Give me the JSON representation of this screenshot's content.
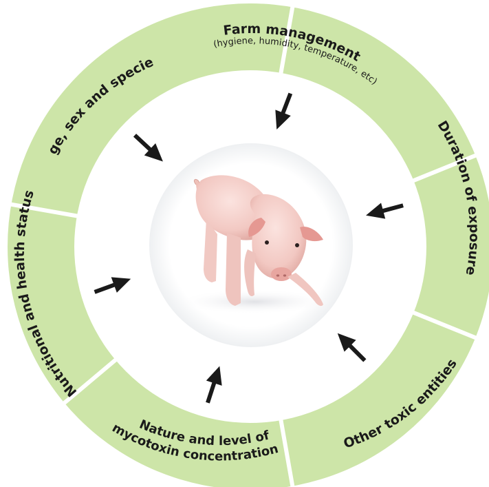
{
  "diagram": {
    "center": {
      "subject": "piglet"
    },
    "segments": [
      {
        "id": "farm",
        "label": "Farm management",
        "sublabel": "(hygiene, humidity, temperature, etc)"
      },
      {
        "id": "duration",
        "label": "Duration of exposure"
      },
      {
        "id": "toxic",
        "label": "Other toxic entities"
      },
      {
        "id": "nature",
        "label": "Nature and level of",
        "label2": "mycotoxin concentration"
      },
      {
        "id": "nutrition",
        "label": "Nutritional and health status"
      },
      {
        "id": "age",
        "label": "Age, sex and species"
      }
    ],
    "colors": {
      "ring": "#cde5a8",
      "separator": "#ffffff",
      "arrow": "#1a1a1a",
      "text": "#1a1a1a"
    }
  }
}
